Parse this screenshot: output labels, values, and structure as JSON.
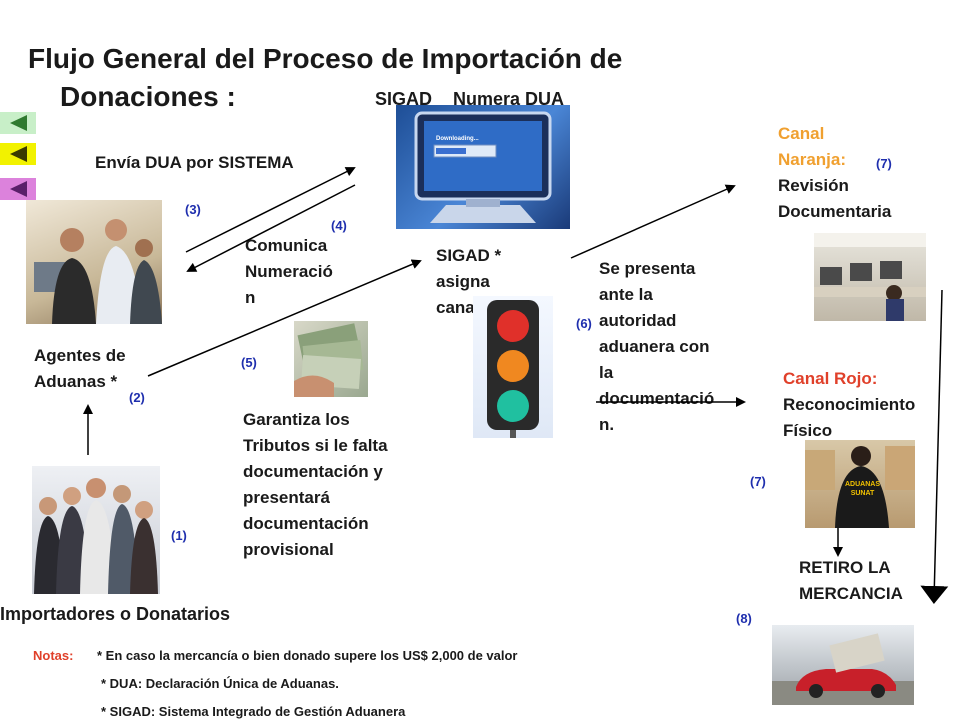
{
  "title": {
    "line1": "Flujo General del Proceso de Importación de",
    "line2": "Donaciones :"
  },
  "sigad": {
    "label": "SIGAD",
    "numera": "Numera DUA"
  },
  "envia": "Envía DUA por SISTEMA",
  "comunica": [
    "Comunica",
    "Numeració",
    "n"
  ],
  "sigad_asigna": [
    "SIGAD *",
    "asigna",
    "canal"
  ],
  "agentes": [
    "Agentes de",
    "Aduanas *"
  ],
  "garantiza": [
    "Garantiza los",
    "Tributos si le falta",
    "documentación y",
    "presentará",
    "documentación",
    "provisional"
  ],
  "se_presenta": [
    "Se presenta",
    "ante la",
    "autoridad",
    "aduanera con",
    "la",
    "documentació",
    "n."
  ],
  "canal_naranja": {
    "title": [
      "Canal",
      "Naranja:"
    ],
    "desc": [
      "Revisión",
      "Documentaria"
    ],
    "color": "#f0a030"
  },
  "canal_rojo": {
    "title": "Canal Rojo:",
    "desc": [
      "Reconocimiento",
      "Físico"
    ],
    "color": "#e0402a"
  },
  "retiro": [
    "RETIRO LA",
    "MERCANCIA"
  ],
  "importadores": "Importadores o Donatarios",
  "steps": {
    "s1": "(1)",
    "s2": "(2)",
    "s3": "(3)",
    "s4": "(4)",
    "s5": "(5)",
    "s6": "(6)",
    "s7a": "(7)",
    "s7b": "(7)",
    "s8": "(8)"
  },
  "monitor_text": "Downloading...",
  "customs_badge": [
    "ADUANAS",
    "SUNAT"
  ],
  "notes": {
    "label": "Notas:",
    "lines": [
      "* En caso la mercancía o bien donado supere los US$ 2,000 de valor",
      "* DUA: Declaración Única de Aduanas.",
      "* SIGAD: Sistema Integrado de Gestión Aduanera"
    ]
  },
  "colors": {
    "step_number": "#1f2fae",
    "notes_label": "#e0402a"
  }
}
